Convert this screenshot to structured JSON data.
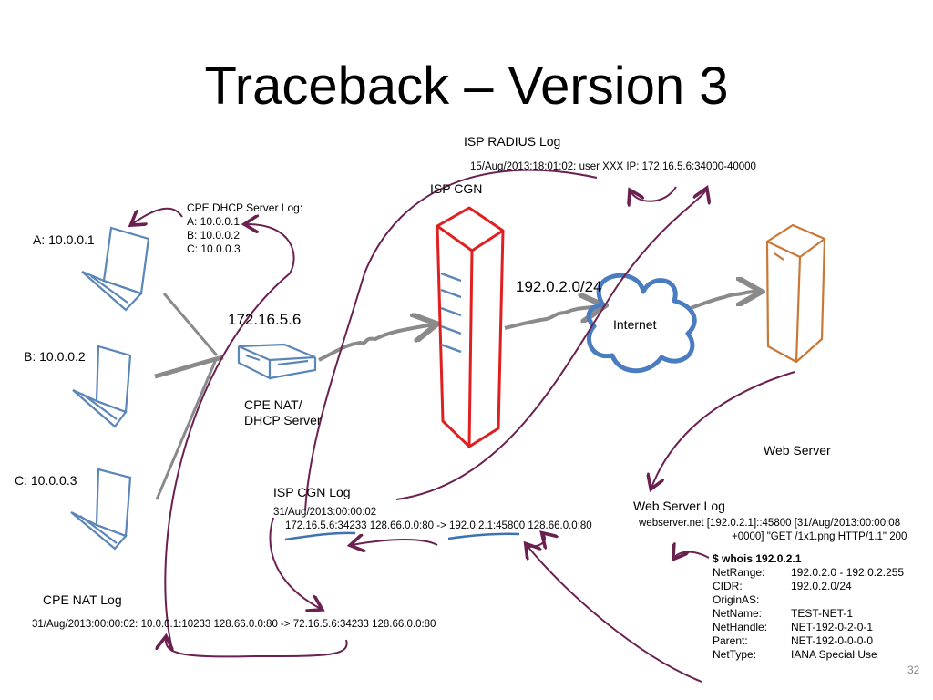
{
  "title": "Traceback – Version 3",
  "labels": {
    "isp_radius_log": "ISP RADIUS Log",
    "radius_entry": "15/Aug/2013:18:01:02: user XXX IP: 172.16.5.6:34000-40000",
    "isp_cgn": "ISP CGN",
    "cpe_dhcp_title": "CPE DHCP Server Log:",
    "cpe_dhcp_lines": [
      "A: 10.0.0.1",
      "B: 10.0.0.2",
      "C: 10.0.0.3"
    ],
    "host_a": "A: 10.0.0.1",
    "host_b": "B: 10.0.0.2",
    "host_c": "C: 10.0.0.3",
    "cpe_ip": "172.16.5.6",
    "cgn_range": "192.0.2.0/24",
    "internet": "Internet",
    "cpe_nat_line1": "CPE NAT/",
    "cpe_nat_line2": "DHCP Server",
    "web_server": "Web Server",
    "isp_cgn_log": "ISP CGN Log",
    "cgn_log_line1": "31/Aug/2013:00:00:02",
    "cgn_log_line2": "172.16.5.6:34233 128.66.0.0:80 -> 192.0.2.1:45800 128.66.0.0:80",
    "web_server_log": "Web Server Log",
    "web_log_line1": "webserver.net [192.0.2.1]::45800 [31/Aug/2013:00:00:08",
    "web_log_line2": "+0000] \"GET /1x1.png HTTP/1.1\" 200",
    "cpe_nat_log": "CPE NAT Log",
    "cpe_nat_log_line": "31/Aug/2013:00:00:02: 10.0.0.1:10233 128.66.0.0:80 -> 72.16.5.6:34233 128.66.0.0:80",
    "slide_number": "32"
  },
  "whois": {
    "command": "$ whois 192.0.2.1",
    "rows": [
      {
        "key": "NetRange:",
        "value": "192.0.2.0 - 192.0.2.255"
      },
      {
        "key": "CIDR:",
        "value": "192.0.2.0/24"
      },
      {
        "key": "OriginAS:",
        "value": ""
      },
      {
        "key": "NetName:",
        "value": "TEST-NET-1"
      },
      {
        "key": "NetHandle:",
        "value": "NET-192-0-2-0-1"
      },
      {
        "key": "Parent:",
        "value": "NET-192-0-0-0-0"
      },
      {
        "key": "NetType:",
        "value": "IANA Special Use"
      }
    ]
  },
  "colors": {
    "laptop": "#5b86b8",
    "cgn": "#e02020",
    "cloud": "#4a7cc0",
    "web_server": "#c87838",
    "arrow_gray": "#8a8a8a",
    "annotation": "#6b2150",
    "underline": "#3f72b0"
  }
}
